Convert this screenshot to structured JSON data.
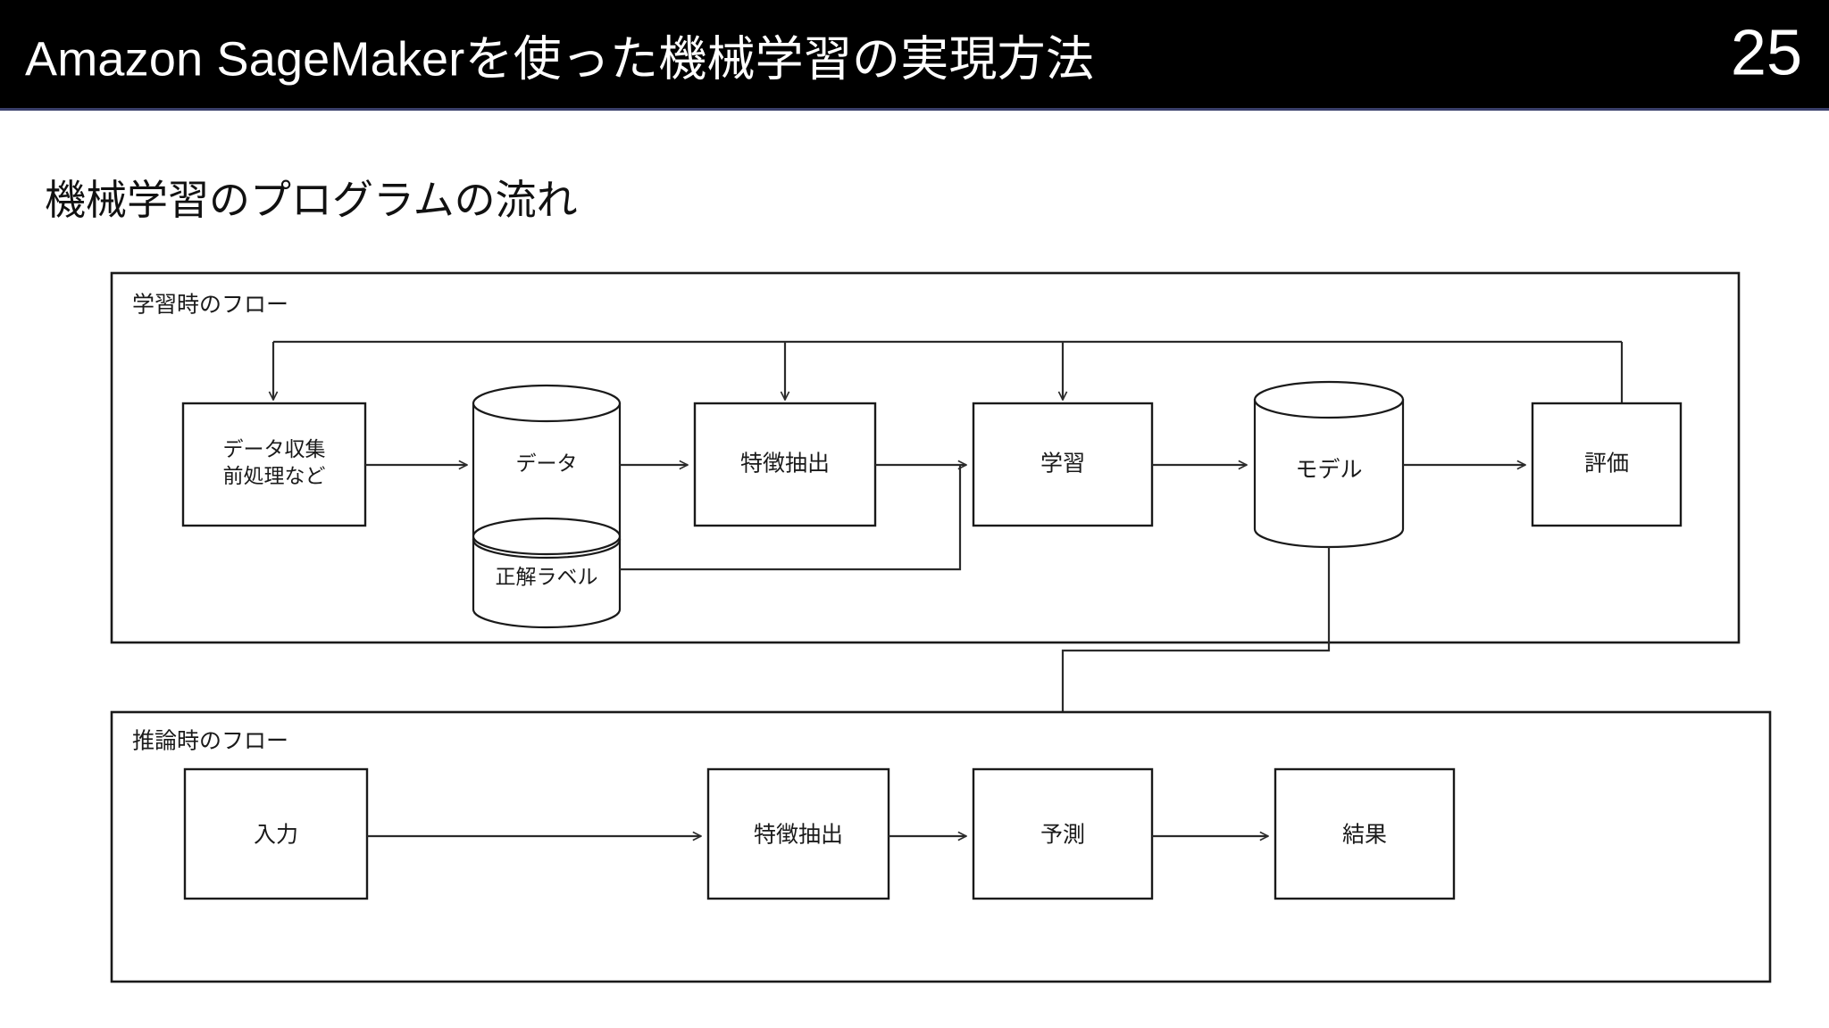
{
  "header": {
    "title": "Amazon SageMakerを使った機械学習の実現方法",
    "page_number": "25",
    "background_color": "#000000",
    "text_color": "#ffffff",
    "accent_border_color": "#3a3f6b"
  },
  "section": {
    "heading": "機械学習のプログラムの流れ"
  },
  "diagram": {
    "groups": [
      {
        "id": "training",
        "label": "学習時のフロー",
        "nodes": [
          {
            "id": "data-collection",
            "type": "box",
            "label_line1": "データ収集",
            "label_line2": "前処理など"
          },
          {
            "id": "data-store",
            "type": "cylinder",
            "label_top": "データ",
            "label_bottom": "正解ラベル"
          },
          {
            "id": "feature-extraction",
            "type": "box",
            "label": "特徴抽出"
          },
          {
            "id": "training",
            "type": "box",
            "label": "学習"
          },
          {
            "id": "model",
            "type": "cylinder",
            "label": "モデル"
          },
          {
            "id": "evaluation",
            "type": "box",
            "label": "評価"
          }
        ]
      },
      {
        "id": "inference",
        "label": "推論時のフロー",
        "nodes": [
          {
            "id": "input",
            "type": "box",
            "label": "入力"
          },
          {
            "id": "feature-extraction-inf",
            "type": "box",
            "label": "特徴抽出"
          },
          {
            "id": "predict",
            "type": "box",
            "label": "予測"
          },
          {
            "id": "result",
            "type": "box",
            "label": "結果"
          }
        ]
      }
    ],
    "edges": [
      {
        "from": "data-collection",
        "to": "data-store"
      },
      {
        "from": "data-store",
        "to": "feature-extraction"
      },
      {
        "from": "feature-extraction",
        "to": "training"
      },
      {
        "from": "data-store-labels",
        "to": "training"
      },
      {
        "from": "training",
        "to": "model"
      },
      {
        "from": "model",
        "to": "evaluation"
      },
      {
        "from": "evaluation",
        "to": "data-collection"
      },
      {
        "from": "evaluation",
        "to": "feature-extraction"
      },
      {
        "from": "evaluation",
        "to": "training"
      },
      {
        "from": "model",
        "to": "predict"
      },
      {
        "from": "input",
        "to": "feature-extraction-inf"
      },
      {
        "from": "feature-extraction-inf",
        "to": "predict"
      },
      {
        "from": "predict",
        "to": "result"
      }
    ],
    "line_color": "#2b2b2b",
    "node_fill": "#ffffff"
  }
}
